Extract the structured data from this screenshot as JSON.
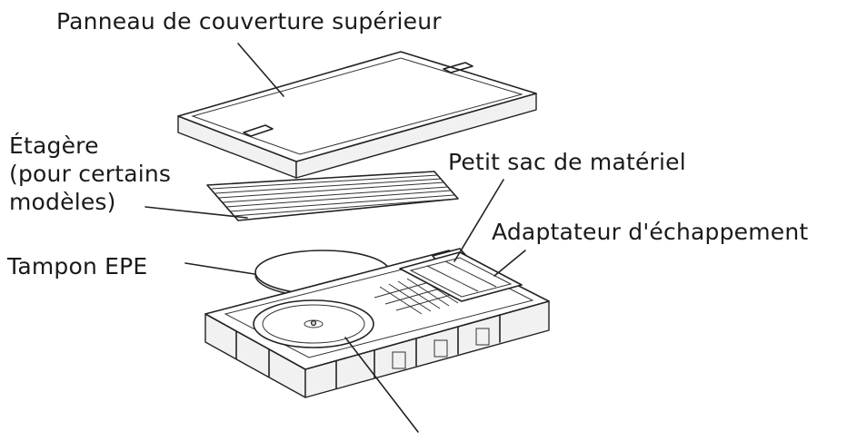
{
  "diagram": {
    "labels": {
      "top_cover": "Panneau de couverture supérieur",
      "shelf_line1": "Étagère",
      "shelf_line2": "(pour certains",
      "shelf_line3": "modèles)",
      "hardware_bag": "Petit sac de matériel",
      "exhaust_adapter": "Adaptateur d'échappement",
      "epe_pad": "Tampon EPE"
    },
    "components": [
      "top-cover-panel",
      "shelf",
      "epe-pad",
      "hardware-bag",
      "exhaust-adapter",
      "base-tray",
      "turntable"
    ],
    "colors": {
      "line": "#222222",
      "text": "#1a1a1a",
      "background": "#ffffff"
    }
  }
}
